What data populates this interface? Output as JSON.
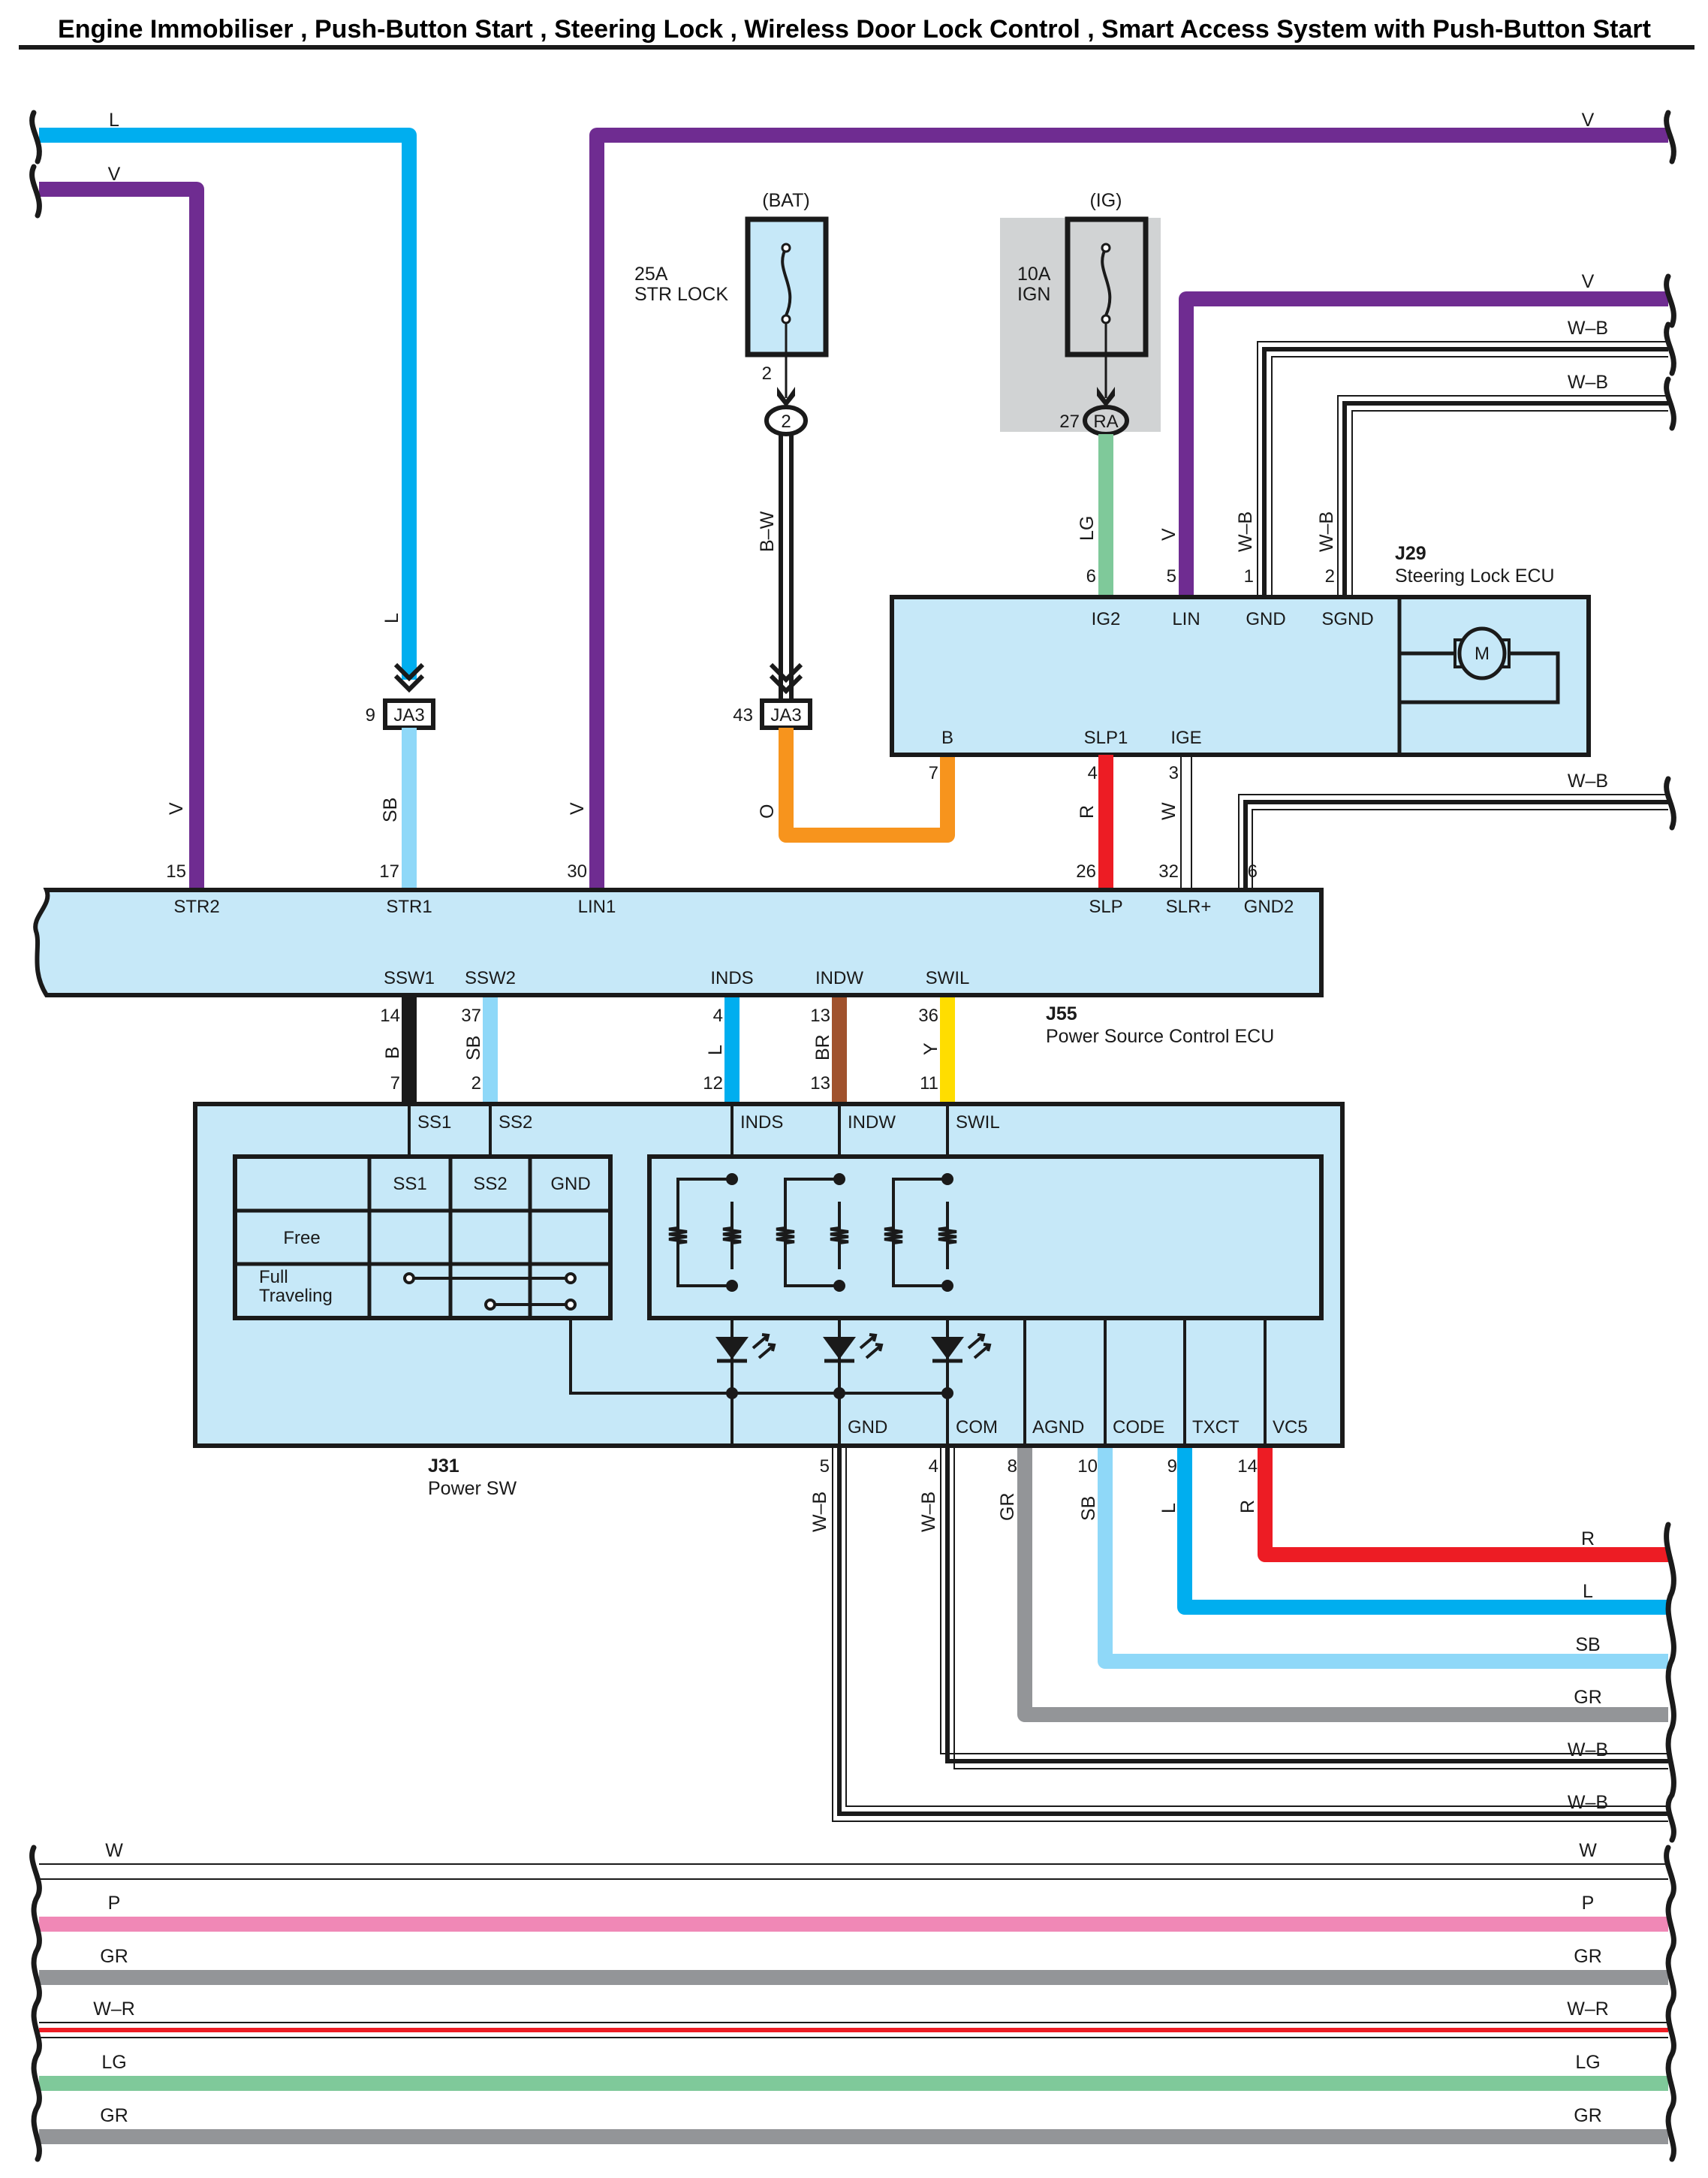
{
  "title": "Engine Immobiliser , Push-Button Start , Steering Lock , Wireless Door Lock Control , Smart Access System with Push-Button Start",
  "colors": {
    "V": "#6f2c91",
    "L": "#00aeef",
    "SB": "#8fd8f8",
    "LG": "#7fc99a",
    "O": "#f7941d",
    "R": "#ed1c24",
    "BR": "#a0522d",
    "Y": "#ffdd00",
    "GR": "#939598",
    "P": "#f088b6",
    "B": "#1a1a1a",
    "box_fill": "#c6e8f8",
    "ig_shade": "#d1d3d4"
  },
  "fuses": [
    {
      "id": "bat",
      "source": "(BAT)",
      "rating": "25A",
      "name": "STR LOCK",
      "out_pin": "2",
      "connector": "2"
    },
    {
      "id": "ig",
      "source": "(IG)",
      "rating": "10A",
      "name": "IGN",
      "out_pin": "27",
      "connector": "RA"
    }
  ],
  "junctions": [
    {
      "id": "ja3-a",
      "pin": "9",
      "name": "JA3"
    },
    {
      "id": "ja3-b",
      "pin": "43",
      "name": "JA3"
    }
  ],
  "j29": {
    "code": "J29",
    "name": "Steering Lock ECU",
    "motor": "M",
    "top_pins": [
      {
        "pin": "6",
        "term": "IG2",
        "wire": "LG"
      },
      {
        "pin": "5",
        "term": "LIN",
        "wire": "V"
      },
      {
        "pin": "1",
        "term": "GND",
        "wire": "W–B"
      },
      {
        "pin": "2",
        "term": "SGND",
        "wire": "W–B"
      }
    ],
    "bottom_pins": [
      {
        "pin": "7",
        "term": "B"
      },
      {
        "pin": "4",
        "term": "SLP1"
      },
      {
        "pin": "3",
        "term": "IGE"
      }
    ]
  },
  "j55": {
    "code": "J55",
    "name": "Power Source Control ECU",
    "top_pins": [
      {
        "pin": "15",
        "term": "STR2",
        "wire": "V"
      },
      {
        "pin": "17",
        "term": "STR1",
        "wire": "SB"
      },
      {
        "pin": "30",
        "term": "LIN1",
        "wire": "V"
      },
      {
        "pin": "26",
        "term": "SLP",
        "wire": "R"
      },
      {
        "pin": "32",
        "term": "SLR+",
        "wire": "W"
      },
      {
        "pin": "6",
        "term": "GND2",
        "wire": ""
      }
    ],
    "bottom_pins": [
      {
        "pin": "14",
        "term": "SSW1",
        "wire": "B",
        "j31_pin": "7"
      },
      {
        "pin": "37",
        "term": "SSW2",
        "wire": "SB",
        "j31_pin": "2"
      },
      {
        "pin": "4",
        "term": "INDS",
        "wire": "L",
        "j31_pin": "12"
      },
      {
        "pin": "13",
        "term": "INDW",
        "wire": "BR",
        "j31_pin": "13"
      },
      {
        "pin": "36",
        "term": "SWIL",
        "wire": "Y",
        "j31_pin": "11"
      }
    ]
  },
  "j31": {
    "code": "J31",
    "name": "Power SW",
    "top_terms": [
      "SS1",
      "SS2",
      "INDS",
      "INDW",
      "SWIL"
    ],
    "switch_table": {
      "headers": [
        "",
        "SS1",
        "SS2",
        "GND"
      ],
      "rows": [
        "Free",
        "Full Traveling"
      ]
    },
    "bottom_pins": [
      {
        "pin": "5",
        "term": "GND",
        "wire": "W–B"
      },
      {
        "pin": "4",
        "term": "COM",
        "wire": "W–B"
      },
      {
        "pin": "8",
        "term": "AGND",
        "wire": "GR"
      },
      {
        "pin": "10",
        "term": "CODE",
        "wire": "SB"
      },
      {
        "pin": "9",
        "term": "TXCT",
        "wire": "L"
      },
      {
        "pin": "14",
        "term": "VC5",
        "wire": "R"
      }
    ]
  },
  "wires": {
    "top_left_L": "L",
    "top_left_V": "V",
    "top_right_V": "V",
    "j29_v_right": "V",
    "j29_gnd_right": "W–B",
    "j29_sgnd_right": "W–B",
    "gnd2_right": "W–B",
    "bw": "B–W",
    "ja3_9_in": "L",
    "ja3_9_out": "SB",
    "ja3_43_out": "O",
    "str2": "V",
    "lin1": "V",
    "slp": "R",
    "slr": "W"
  },
  "right_exits": [
    "R",
    "L",
    "SB",
    "GR",
    "W–B",
    "W–B"
  ],
  "pass_through": [
    "W",
    "P",
    "GR",
    "W–R",
    "LG",
    "GR"
  ]
}
